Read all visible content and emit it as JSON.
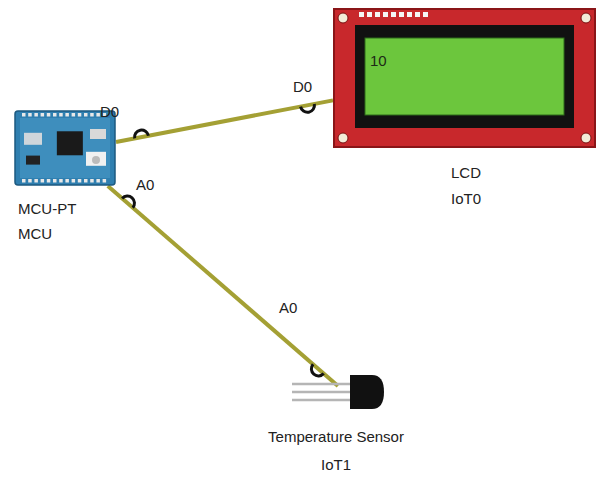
{
  "diagram": {
    "nodes": [
      {
        "text": [
          "MCU-PT",
          "MCU"
        ]
      },
      {
        "text": [
          "10",
          "LCD",
          "IoT0"
        ]
      },
      {
        "text": [
          "Temperature Sensor",
          "IoT1"
        ]
      }
    ],
    "edges": [
      {
        "from": 0,
        "to": 1,
        "arrow": "none"
      },
      {
        "from": 0,
        "to": 2,
        "arrow": "none"
      }
    ],
    "labels": [
      "D0",
      "D0",
      "A0",
      "A0"
    ]
  }
}
